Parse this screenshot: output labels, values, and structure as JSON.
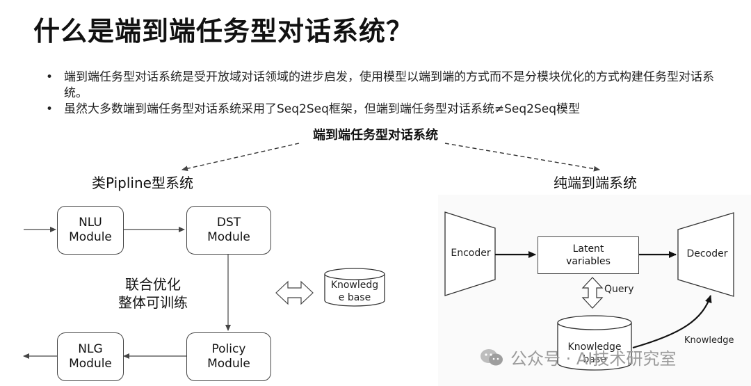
{
  "title": "什么是端到端任务型对话系统？",
  "bullets": [
    "端到端任务型对话系统是受开放域对话领域的进步启发，使用模型以端到端的方式而不是分模块优化的方式构建任务型对话系统。",
    "虽然大多数端到端任务型对话系统采用了Seq2Seq框架，但端到端任务型对话系统≠Seq2Seq模型"
  ],
  "bullet_marker": "•",
  "diagram": {
    "center_title": "端到端任务型对话系统",
    "left_title": "类Pipline型系统",
    "right_title": "纯端到端系统",
    "pipeline": {
      "nlu": "NLU\nModule",
      "dst": "DST\nModule",
      "nlg": "NLG\nModule",
      "policy": "Policy\nModule",
      "joint_line1": "联合优化",
      "joint_line2": "整体可训练",
      "knowledge_base": "Knowledg\ne base"
    },
    "e2e": {
      "encoder": "Encoder",
      "latent": "Latent\nvariables",
      "decoder": "Decoder",
      "query": "Query",
      "knowledge_base": "Knowledge\nbase",
      "knowledge_arrow": "Knowledge"
    }
  },
  "watermark": "公众号 · AI技术研究室",
  "colors": {
    "stroke": "#444444",
    "text": "#111111",
    "watermark": "#9a9a9a"
  }
}
